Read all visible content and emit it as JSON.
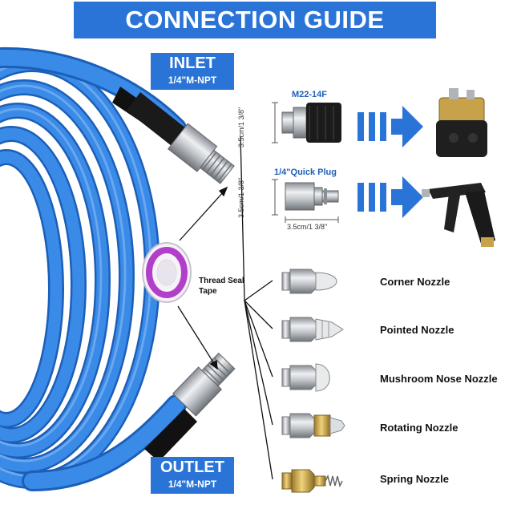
{
  "header": {
    "title": "CONNECTION GUIDE"
  },
  "inlet": {
    "title": "INLET",
    "spec": "1/4\"M-NPT"
  },
  "outlet": {
    "title": "OUTLET",
    "spec": "1/4\"M-NPT"
  },
  "fittings": [
    {
      "name": "M22-14F",
      "height_dim": "3.5cm/1  3/8\""
    },
    {
      "name": "1/4\"Quick Plug",
      "height_dim": "3.5cm/1  3/8\"",
      "width_dim": "3.5cm/1  3/8\""
    }
  ],
  "tape_label": "Thread Seal\nTape",
  "nozzles": [
    {
      "label": "Corner Nozzle"
    },
    {
      "label": "Pointed Nozzle"
    },
    {
      "label": "Mushroom Nose Nozzle"
    },
    {
      "label": "Rotating Nozzle"
    },
    {
      "label": "Spring Nozzle"
    }
  ],
  "colors": {
    "accent": "#2a74d8",
    "hose": "#2f7fe0",
    "arrow": "#2a74d8"
  }
}
